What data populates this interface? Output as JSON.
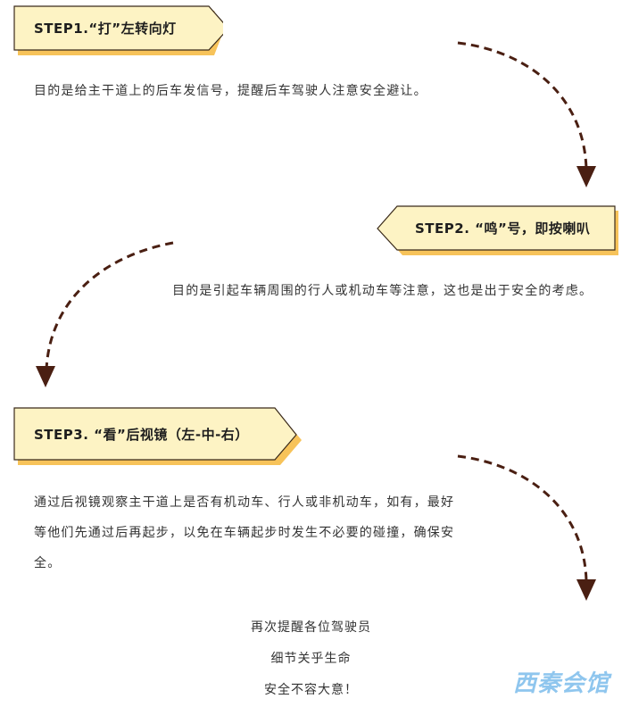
{
  "step1": {
    "title": "STEP1.“打”左转向灯",
    "body": "目的是给主干道上的后车发信号，提醒后车驾驶人注意安全避让。"
  },
  "step2": {
    "title": "STEP2. “鸣”号，即按喇叭",
    "body": "目的是引起车辆周围的行人或机动车等注意，这也是出于安全的考虑。"
  },
  "step3": {
    "title": "STEP3. “看”后视镜（左-中-右）",
    "body": "通过后视镜观察主干道上是否有机动车、行人或非机动车，如有，最好等他们先通过后再起步，以免在车辆起步时发生不必要的碰撞，确保安全。"
  },
  "closing": {
    "line1": "再次提醒各位驾驶员",
    "line2": "细节关乎生命",
    "line3": "安全不容大意！"
  },
  "watermark": "西秦会馆",
  "colors": {
    "banner_fill": "#fdf3c4",
    "banner_shadow": "#f7c35a",
    "banner_stroke": "#3a2a1a",
    "arrow": "#4a1f12"
  }
}
